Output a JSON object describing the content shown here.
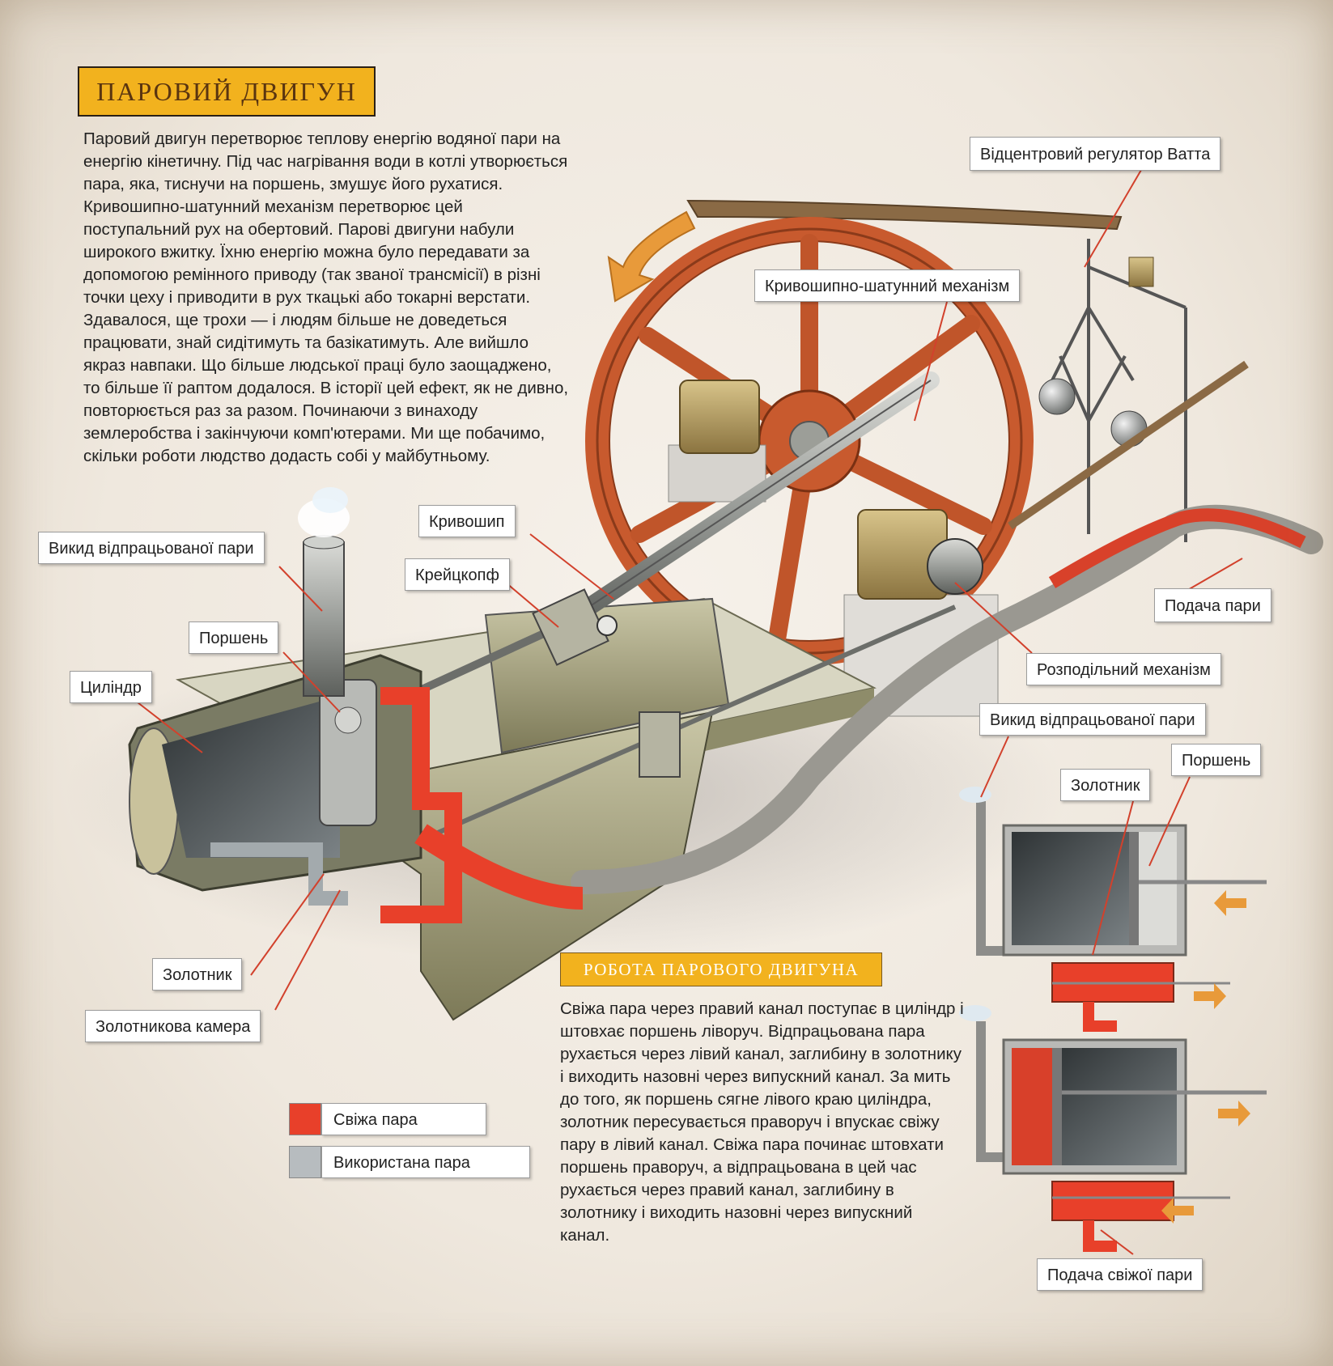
{
  "title": "ПАРОВИЙ ДВИГУН",
  "intro_text": "Паровий двигун перетворює теплову енергію водяної пари на енергію кінетичну. Під час нагрівання води в котлі утворюється пара, яка, тиснучи на поршень, змушує його рухатися.  Кривошипно-шатунний механізм перетворює цей поступальний рух на обертовий. Парові двигуни набули широкого вжитку. Їхню енергію можна було передавати за допомогою ремінного приводу (так званої трансмісії) в різні точки цеху і приводити в рух ткацькі або токарні верстати. Здавалося, ще трохи — і людям більше не доведеться працювати, знай сидітимуть та базікатимуть. Але вийшло якраз навпаки. Що більше людської праці було заощаджено, то більше її раптом додалося. В історії цей ефект, як не дивно, повторюється раз за разом. Починаючи з винаходу землеробства і закінчуючи комп'ютерами. Ми ще побачимо, скільки роботи людство додасть собі у майбутньому.",
  "subtitle": "РОБОТА ПАРОВОГО ДВИГУНА",
  "work_text": "Свіжа пара через правий канал поступає в циліндр і штовхає поршень ліворуч. Відпрацьована пара рухається через лівий канал, заглибину в золотнику і виходить назовні через випускний канал. За мить до того, як поршень сягне лівого краю циліндра, золотник пересувається праворуч і впускає свіжу пару в лівий канал. Свіжа пара починає штовхати поршень праворуч, а відпрацьована в цей час рухається через правий канал, заглибину в золотнику і виходить назовні через випускний канал.",
  "labels": {
    "governor": "Відцентровий регулятор Ватта",
    "crank_mechanism": "Кривошипно-шатунний  механізм",
    "crank": "Кривошип",
    "crosshead": "Крейцкопф",
    "exhaust_main": "Викид відпрацьованої пари",
    "piston_main": "Поршень",
    "cylinder": "Циліндр",
    "steam_supply": "Подача пари",
    "valve_gear": "Розподільний механізм",
    "exhaust_small": "Викид відпрацьованої пари",
    "piston_small": "Поршень",
    "slide_valve_small": "Золотник",
    "slide_valve_main": "Золотник",
    "valve_chamber": "Золотникова камера",
    "fresh_steam_supply": "Подача свіжої пари"
  },
  "legend": [
    {
      "label": "Свіжа пара",
      "color": "#e8402a"
    },
    {
      "label": "Використана пара",
      "color": "#b7bcbf"
    }
  ],
  "colors": {
    "title_bg": "#f2b21e",
    "fresh_steam": "#e8402a",
    "used_steam": "#b7bcbf",
    "flywheel": "#c85a2e",
    "leader_line": "#d2412c",
    "arrow": "#e89a3a"
  }
}
